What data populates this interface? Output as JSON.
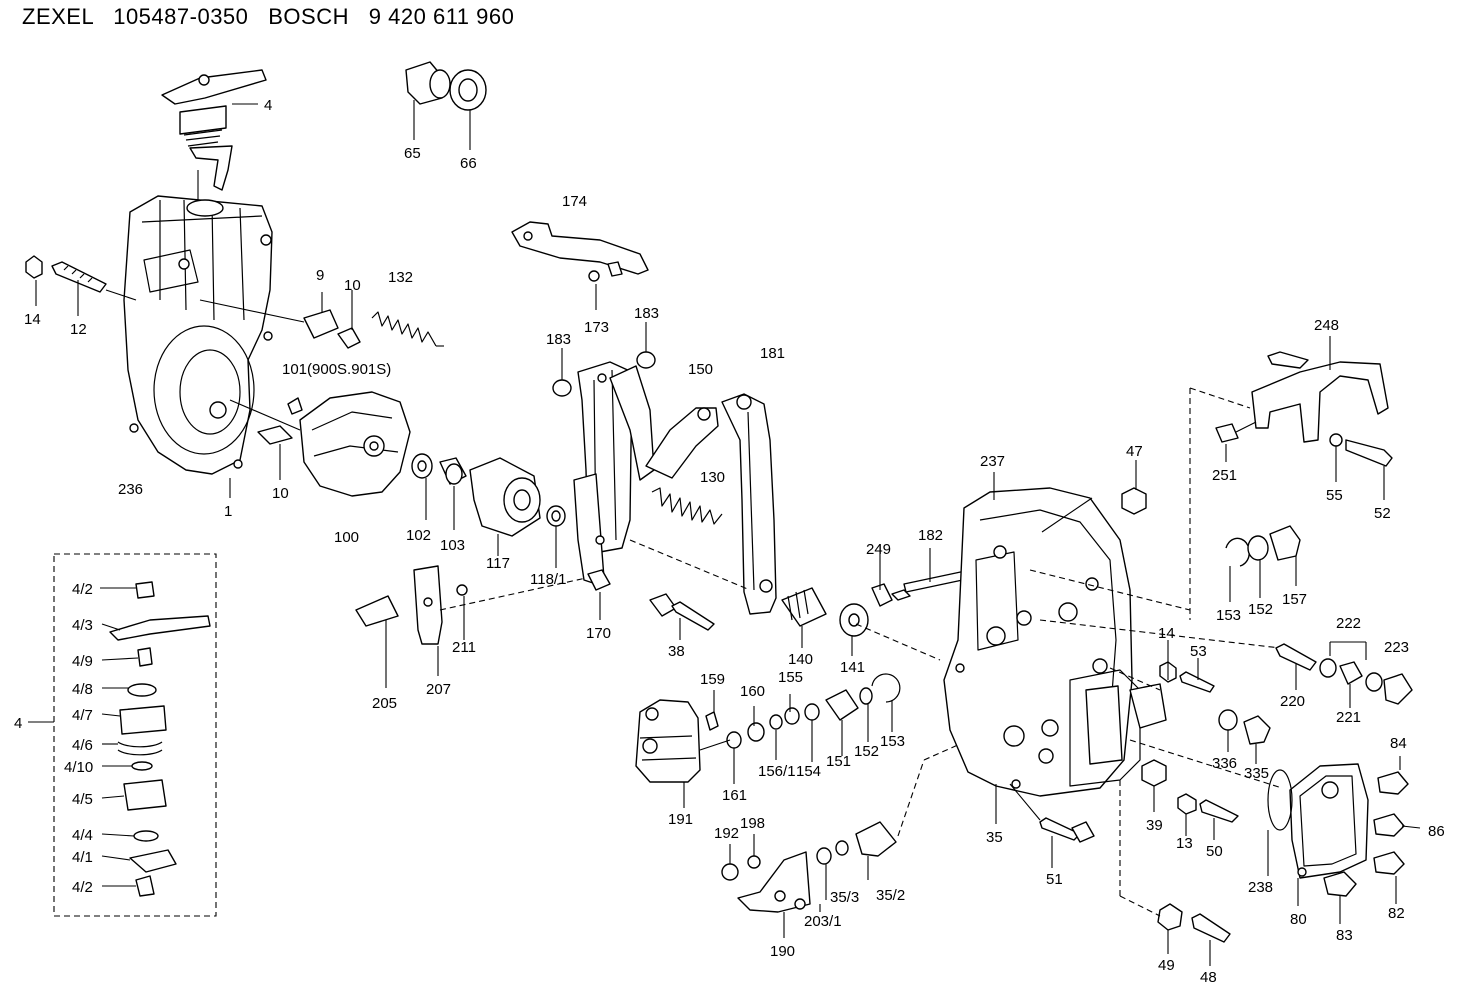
{
  "title": "ZEXEL   105487-0350   BOSCH   9 420 611 960",
  "labels": [
    "4",
    "65",
    "66",
    "174",
    "14",
    "12",
    "9",
    "10",
    "132",
    "173",
    "183",
    "183",
    "181",
    "150",
    "101(900S.901S)",
    "236",
    "1",
    "10",
    "100",
    "102",
    "103",
    "117",
    "118/1",
    "130",
    "47",
    "237",
    "248",
    "251",
    "55",
    "52",
    "182",
    "249",
    "157",
    "153",
    "152",
    "170",
    "205",
    "207",
    "211",
    "38",
    "140",
    "141",
    "14",
    "53",
    "222",
    "223",
    "220",
    "221",
    "159",
    "160",
    "155",
    "191",
    "161",
    "156/1",
    "154",
    "151",
    "152",
    "153",
    "336",
    "335",
    "84",
    "86",
    "192",
    "198",
    "35/3",
    "35/2",
    "203/1",
    "190",
    "35",
    "51",
    "39",
    "13",
    "50",
    "238",
    "80",
    "82",
    "83",
    "49",
    "48",
    "4/2",
    "4/3",
    "4/9",
    "4/8",
    "4/7",
    "4/6",
    "4/10",
    "4/5",
    "4/4",
    "4/1",
    "4/2",
    "4"
  ]
}
